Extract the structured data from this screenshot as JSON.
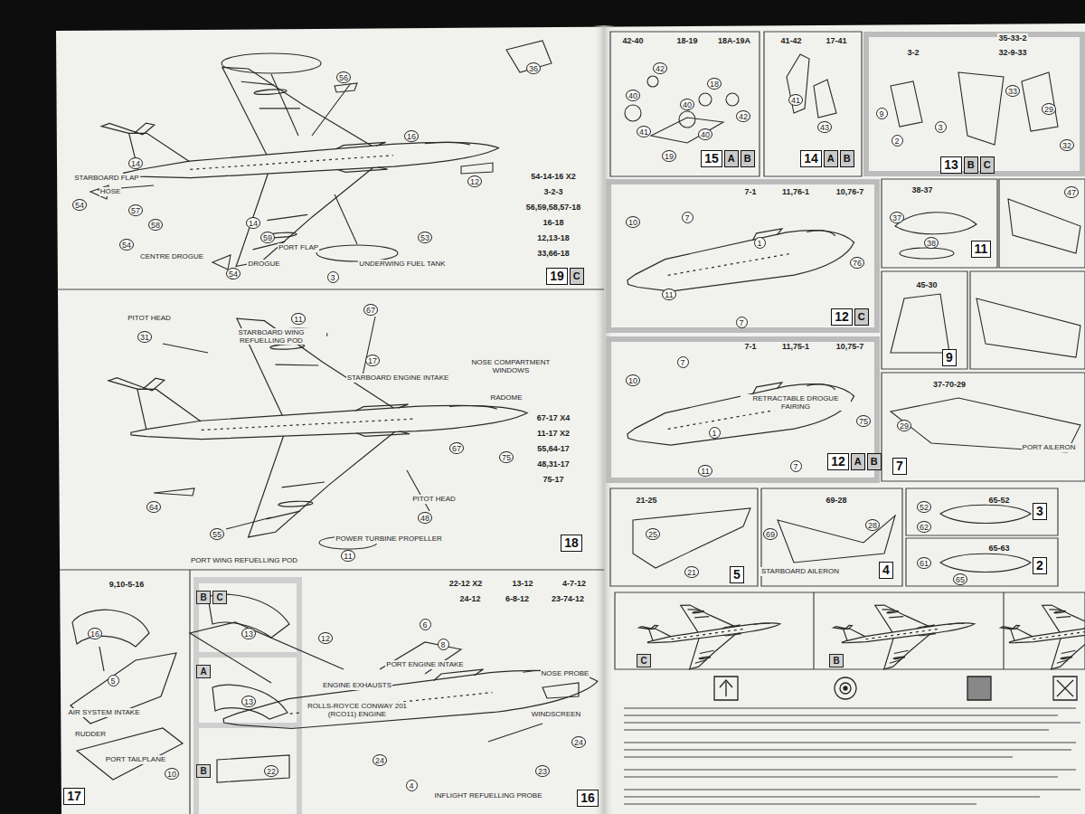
{
  "diagram": {
    "nodes": [
      {
        "text": [
          "19",
          "C"
        ]
      },
      {
        "text": [
          "18"
        ]
      },
      {
        "text": [
          "17"
        ]
      },
      {
        "text": [
          "16"
        ]
      },
      {
        "text": [
          "15",
          "A",
          "B"
        ]
      },
      {
        "text": [
          "14",
          "A",
          "B"
        ]
      },
      {
        "text": [
          "13",
          "B",
          "C"
        ]
      },
      {
        "text": [
          "12",
          "C"
        ]
      },
      {
        "text": [
          "11"
        ]
      },
      {
        "text": [
          "12",
          "A",
          "B"
        ]
      },
      {
        "text": [
          "9"
        ]
      },
      {
        "text": [
          "7"
        ]
      },
      {
        "text": [
          "5"
        ]
      },
      {
        "text": [
          "4"
        ]
      },
      {
        "text": [
          "3"
        ]
      },
      {
        "text": [
          "2"
        ]
      }
    ],
    "labels": [
      "56",
      "16",
      "12",
      "53",
      "14",
      "STARBOARD FLAP",
      "HOSE",
      "54",
      "57",
      "58",
      "14",
      "CENTRE DROGUE",
      "54",
      "DROGUE",
      "54",
      "PORT FLAP",
      "59",
      "3",
      "UNDERWING FUEL TANK",
      "36",
      "54-14-16 X2",
      "3-2-3",
      "56,59,58,57-18",
      "16-18",
      "12,13-18",
      "33,66-18",
      "67",
      "11",
      "STARBOARD WING REFUELLING POD",
      "17",
      "STARBOARD ENGINE INTAKE",
      "NOSE COMPARTMENT WINDOWS",
      "RADOME",
      "75",
      "PITOT HEAD",
      "31",
      "64",
      "55",
      "PITOT HEAD",
      "48",
      "POWER TURBINE PROPELLER",
      "11",
      "PORT WING REFUELLING POD",
      "67",
      "67-17 X4",
      "11-17 X2",
      "55,64-17",
      "48,31-17",
      "75-17",
      "9,10-5-16",
      "16",
      "5",
      "AIR SYSTEM INTAKE",
      "RUDDER",
      "10",
      "PORT TAILPLANE",
      "B",
      "C",
      "13",
      "A",
      "13",
      "B",
      "22",
      "4-7-12",
      "13-12",
      "22-12 X2",
      "23-74-12",
      "6-8-12",
      "24-12",
      "6",
      "8",
      "PORT ENGINE INTAKE",
      "ENGINE EXHAUSTS",
      "ROLLS-ROYCE CONWAY 201 (RCO11) ENGINE",
      "NOSE PROBE",
      "WINDSCREEN",
      "24",
      "23",
      "24",
      "INFLIGHT REFUELLING PROBE",
      "4",
      "12",
      "42-40",
      "18-19",
      "18A-19A",
      "42",
      "40",
      "18",
      "40",
      "41",
      "40",
      "42",
      "19",
      "41-42",
      "17-41",
      "41",
      "43",
      "35-33-2",
      "32-9-33",
      "3-2",
      "9",
      "2",
      "3",
      "33",
      "29",
      "32",
      "7-1",
      "11,76-1",
      "10,76-7",
      "10",
      "7",
      "1",
      "76",
      "11",
      "7",
      "38-37",
      "37",
      "38",
      "45-30",
      "47",
      "7-1",
      "11,75-1",
      "10,75-7",
      "10",
      "7",
      "RETRACTABLE DROGUE FAIRING",
      "75",
      "1",
      "11",
      "7",
      "37-70-29",
      "29",
      "PORT AILERON",
      "21-25",
      "25",
      "21",
      "69-28",
      "28",
      "69",
      "STARBOARD AILERON",
      "65-52",
      "52",
      "62",
      "65-63",
      "61",
      "65",
      "C",
      "B"
    ]
  }
}
